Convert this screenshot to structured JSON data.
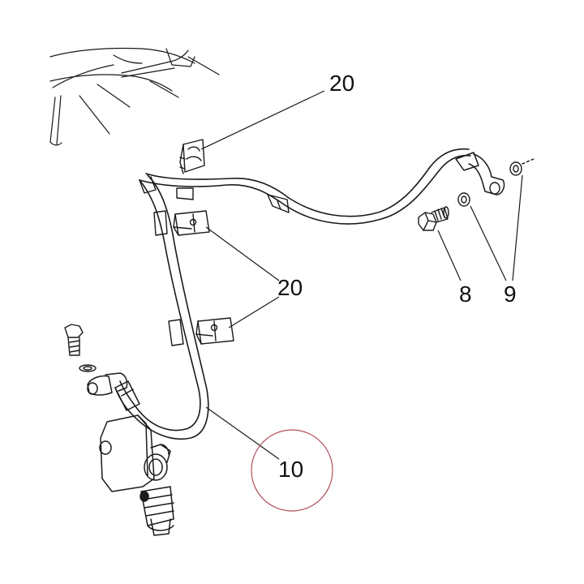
{
  "callouts": {
    "bracket_top": "20",
    "bracket_middle": "20",
    "hose": "10",
    "banjo_bolt": "8",
    "washers": "9"
  },
  "colors": {
    "line": "#1a1a1a",
    "highlight_circle": "#b0505a",
    "background": "#ffffff"
  },
  "icons": [
    "brake-hose-assembly",
    "hose-clip",
    "banjo-bolt",
    "sealing-washer",
    "brake-caliper"
  ]
}
